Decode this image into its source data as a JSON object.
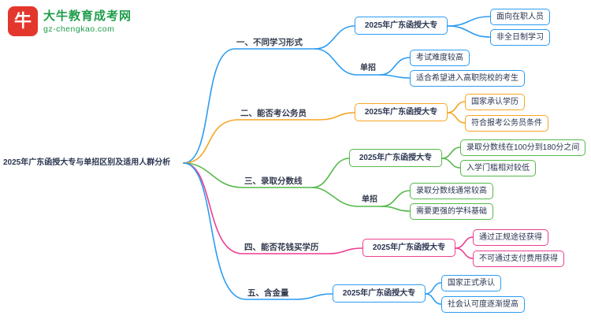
{
  "logo": {
    "brand": "大牛教育成考网",
    "domain": "gz-chengkao.com",
    "icon_glyph": "牛",
    "icon_bg": "#e3372e",
    "brand_color": "#1f9d4b"
  },
  "root": {
    "title": "2025年广东函授大专与单招区别及适用人群分析"
  },
  "colors": {
    "branch1": "#2b9cf2",
    "branch2": "#f5a623",
    "branch3": "#55b84a",
    "branch4": "#ee3d8f",
    "branch5": "#2b9cf2",
    "text": "#2a3550"
  },
  "branches": [
    {
      "label": "一、不同学习形式",
      "color": "#2b9cf2",
      "children": [
        {
          "label": "2025年广东函授大专",
          "leaves": [
            "面向在职人员",
            "非全日制学习"
          ]
        },
        {
          "label": "单招",
          "leaves": [
            "考试难度较高",
            "适合希望进入高职院校的考生"
          ]
        }
      ]
    },
    {
      "label": "二、能否考公务员",
      "color": "#f5a623",
      "children": [
        {
          "label": "2025年广东函授大专",
          "leaves": [
            "国家承认学历",
            "符合报考公务员条件"
          ]
        }
      ]
    },
    {
      "label": "三、录取分数线",
      "color": "#55b84a",
      "children": [
        {
          "label": "2025年广东函授大专",
          "leaves": [
            "录取分数线在100分到180分之间",
            "入学门槛相对较低"
          ]
        },
        {
          "label": "单招",
          "leaves": [
            "录取分数线通常较高",
            "需要更强的学科基础"
          ]
        }
      ]
    },
    {
      "label": "四、能否花钱买学历",
      "color": "#ee3d8f",
      "children": [
        {
          "label": "2025年广东函授大专",
          "leaves": [
            "通过正规途径获得",
            "不可通过支付费用获得"
          ]
        }
      ]
    },
    {
      "label": "五、含金量",
      "color": "#2b9cf2",
      "children": [
        {
          "label": "2025年广东函授大专",
          "leaves": [
            "国家正式承认",
            "社会认可度逐渐提高"
          ]
        }
      ]
    }
  ]
}
